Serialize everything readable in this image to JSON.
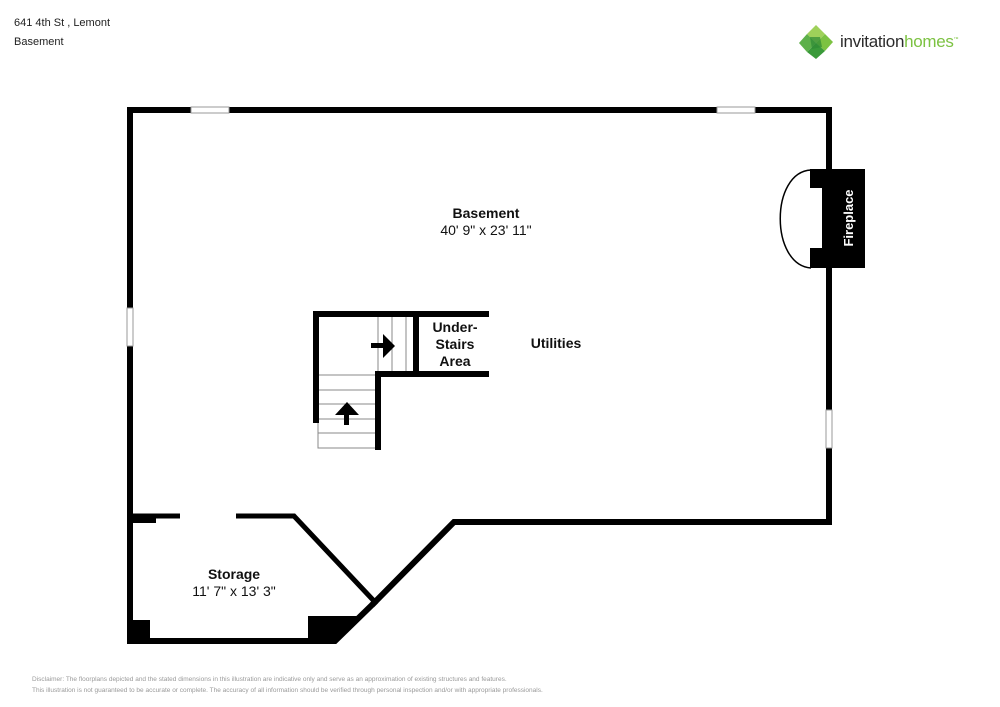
{
  "header": {
    "address": "641 4th St , Lemont",
    "floor": "Basement"
  },
  "logo": {
    "word1": "invitation",
    "word2": "homes",
    "trademark": "™",
    "colors": {
      "dark": "#2b2b2b",
      "green": "#7cc242",
      "green_dark": "#3a9a3a",
      "green_light": "#9fd15a"
    }
  },
  "rooms": {
    "basement": {
      "name": "Basement",
      "dimensions": "40' 9\" x 23' 11\""
    },
    "utilities": {
      "name": "Utilities"
    },
    "under_stairs": {
      "line1": "Under-",
      "line2": "Stairs",
      "line3": "Area"
    },
    "storage": {
      "name": "Storage",
      "dimensions": "11' 7\" x 13' 3\""
    },
    "fireplace": {
      "name": "Fireplace"
    }
  },
  "disclaimer": {
    "line1": "Disclaimer: The floorplans depicted and the stated dimensions in this illustration are indicative only and serve as an approximation of existing structures and features.",
    "line2": "This illustration is not guaranteed to be accurate or complete. The accuracy of all information should be verified through personal inspection and/or with appropriate professionals."
  }
}
